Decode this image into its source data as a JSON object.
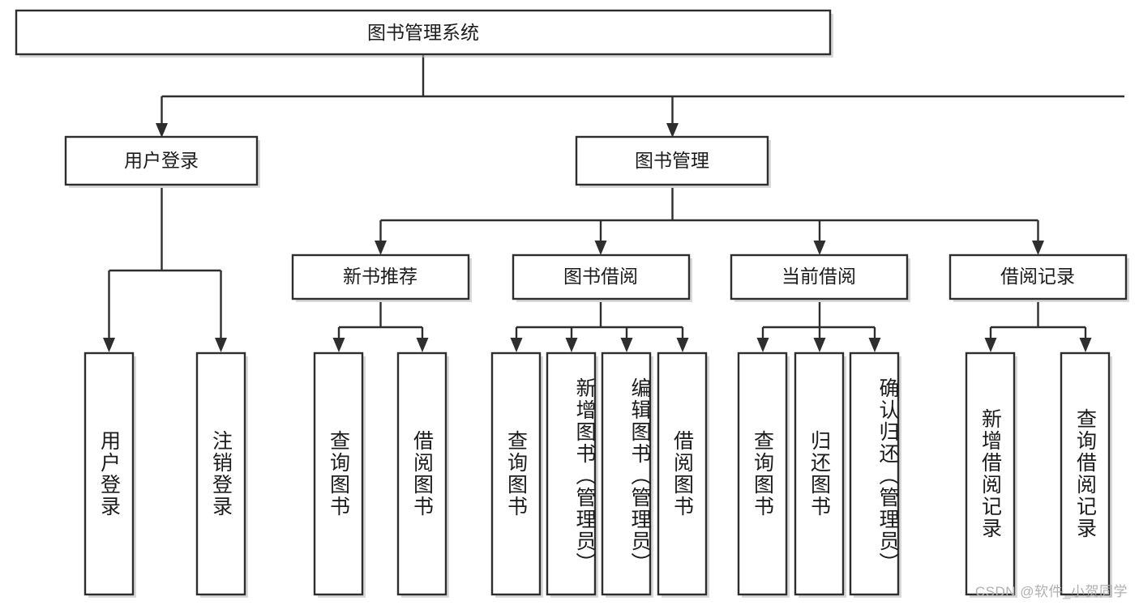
{
  "diagram": {
    "type": "tree",
    "title": "图书管理系统",
    "orientation": "top-down",
    "colors": {
      "box_stroke": "#2e2e2e",
      "box_fill": "#ffffff",
      "text": "#1b1b1b",
      "watermark": "#b0b0b0",
      "background": "#ffffff"
    },
    "root": {
      "label": "图书管理系统",
      "children": [
        {
          "label": "用户登录",
          "children": [
            {
              "label": "用户登录"
            },
            {
              "label": "注销登录"
            }
          ]
        },
        {
          "label": "图书管理",
          "children": [
            {
              "label": "新书推荐",
              "children": [
                {
                  "label": "查询图书"
                },
                {
                  "label": "借阅图书"
                }
              ]
            },
            {
              "label": "图书借阅",
              "children": [
                {
                  "label": "查询图书"
                },
                {
                  "label": "新增图书（管理员）"
                },
                {
                  "label": "编辑图书（管理员）"
                },
                {
                  "label": "借阅图书"
                }
              ]
            },
            {
              "label": "当前借阅",
              "children": [
                {
                  "label": "查询图书"
                },
                {
                  "label": "归还图书"
                },
                {
                  "label": "确认归还（管理员）"
                }
              ]
            },
            {
              "label": "借阅记录",
              "children": [
                {
                  "label": "新增借阅记录"
                },
                {
                  "label": "查询借阅记录"
                }
              ]
            }
          ]
        }
      ]
    },
    "nodes": {
      "root": "图书管理系统",
      "user_login": "用户登录",
      "book_manage": "图书管理",
      "new_book_rec": "新书推荐",
      "book_borrow": "图书借阅",
      "current_borrow": "当前借阅",
      "borrow_record": "借阅记录"
    },
    "leaves": {
      "login_query": "用户登录",
      "login_logout": "注销登录",
      "rec_query_book": "查询图书",
      "rec_borrow_book": "借阅图书",
      "borrow_query_book": "查询图书",
      "borrow_add_book": "新增图书（管理员）",
      "borrow_edit_book": "编辑图书（管理员）",
      "borrow_borrow_book": "借阅图书",
      "cur_query_book": "查询图书",
      "cur_return_book": "归还图书",
      "cur_confirm_return": "确认归还（管理员）",
      "rec_add_record": "新增借阅记录",
      "rec_query_record": "查询借阅记录"
    },
    "watermark": "CSDN @软件_小贺同学"
  }
}
